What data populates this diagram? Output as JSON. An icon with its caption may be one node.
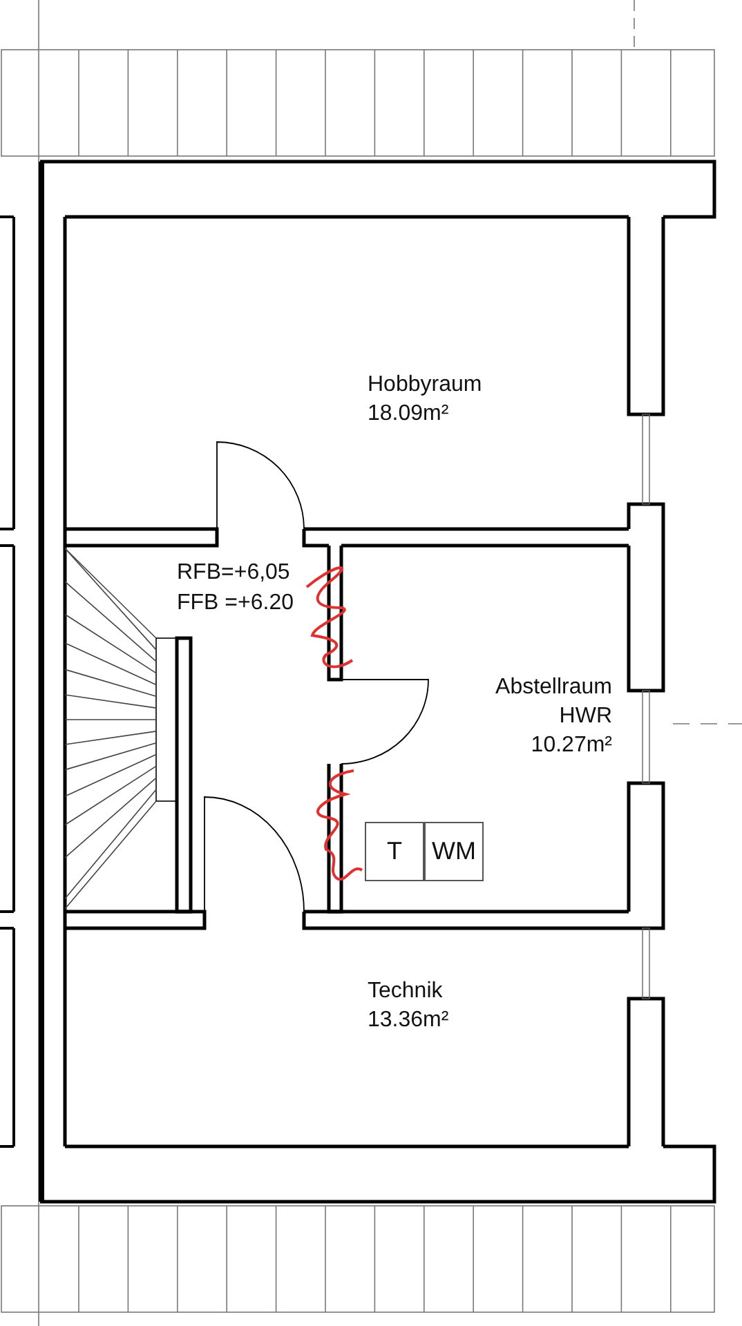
{
  "diagram": {
    "nodes": [
      {
        "text": [
          "Hobbyraum",
          "18.09m²"
        ]
      },
      {
        "text": [
          "Abstellraum HWR",
          "10.27m²"
        ]
      },
      {
        "text": [
          "Technik",
          "13.36m²"
        ]
      },
      {
        "text": [
          "T"
        ],
        "in": 1
      },
      {
        "text": [
          "WM"
        ],
        "in": 1
      }
    ],
    "labels": [
      "RFB=+6,05",
      "FFB =+6.20"
    ]
  }
}
